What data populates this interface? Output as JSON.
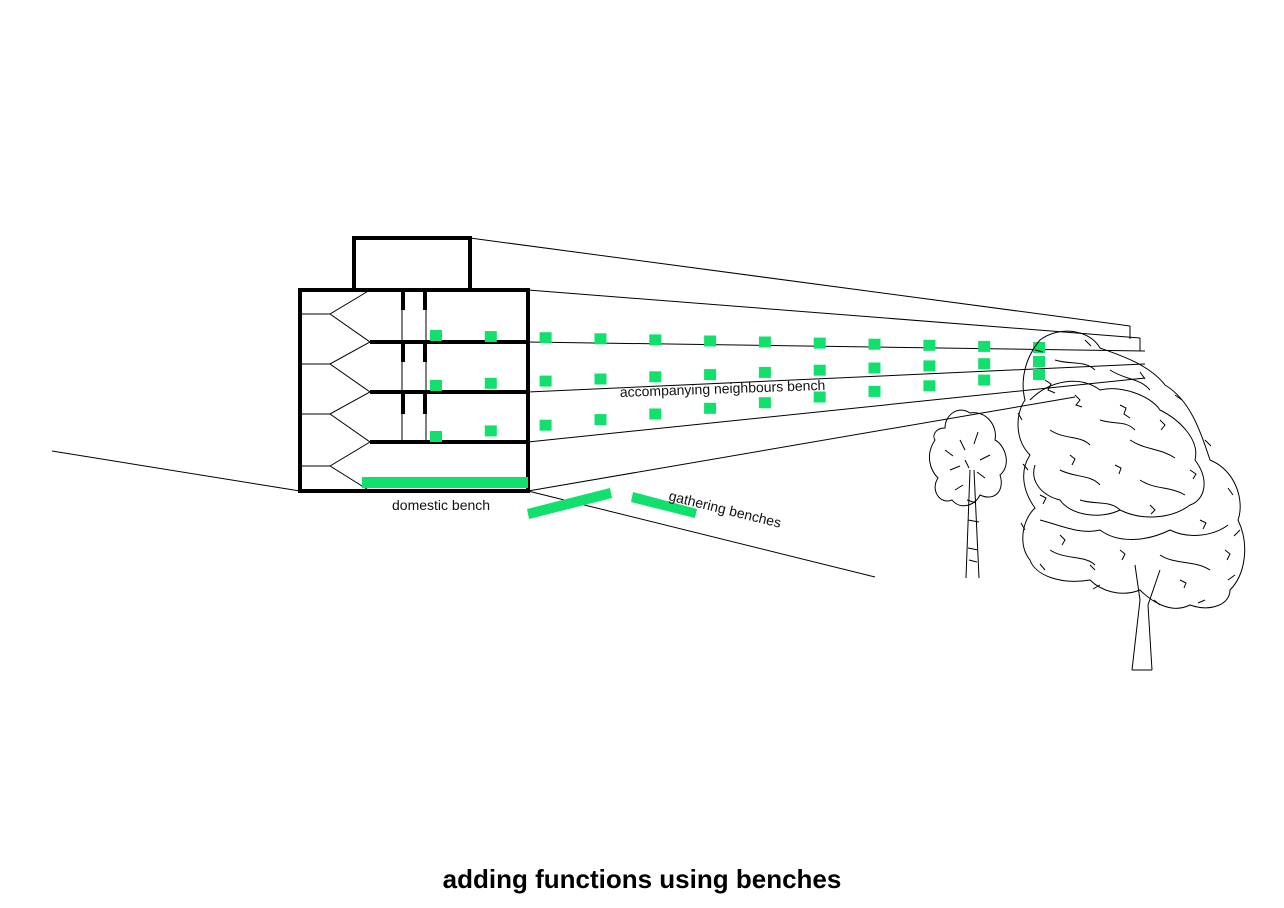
{
  "title": "adding functions using benches",
  "labels": {
    "domestic": "domestic bench",
    "gathering": "gathering benches",
    "neighbours": "accompanying neighbours bench"
  },
  "colors": {
    "bench": "#12e06c",
    "line": "#000000",
    "background": "#ffffff"
  }
}
